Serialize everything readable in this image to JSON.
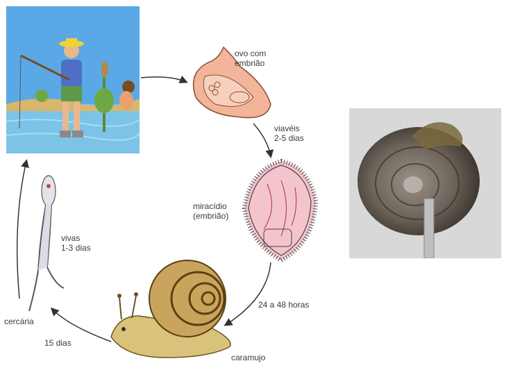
{
  "labels": {
    "egg_line1": "ovo com",
    "egg_line2": "embrião",
    "viable_line1": "viavéis",
    "viable_line2": "2-5 dias",
    "miracidium_line1": "miracídio",
    "miracidium_line2": "(embrião)",
    "hours": "24 a 48 horas",
    "snail": "caramujo",
    "days15": "15 dias",
    "cercaria": "cercária",
    "alive_line1": "vivas",
    "alive_line2": "1-3 dias"
  },
  "colors": {
    "sky": "#5aa9e6",
    "water": "#7cc3e8",
    "egg": "#f2b59a",
    "miracidium": "#f4c4cc",
    "snail_shell": "#c9a45c",
    "snail_body": "#d9c27a",
    "photo_bg": "#d8d8d8"
  }
}
